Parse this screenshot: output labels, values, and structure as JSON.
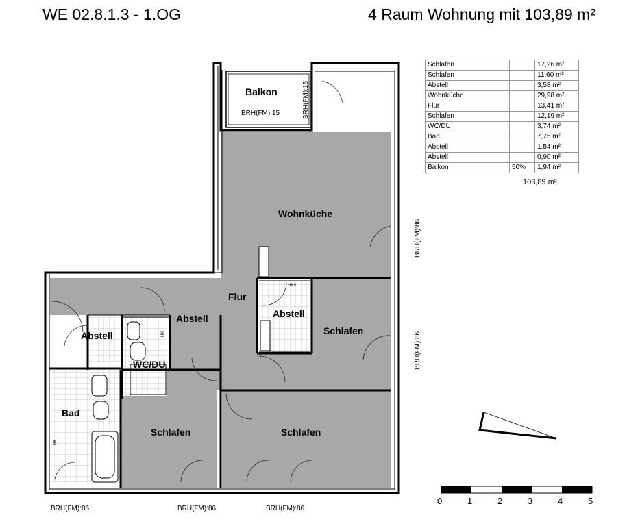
{
  "header": {
    "unit_id": "WE 02.8.1.3 - 1.OG",
    "summary": "4 Raum Wohnung mit 103,89 m²"
  },
  "rooms": {
    "balkon": "Balkon",
    "wohnkueche": "Wohnküche",
    "flur": "Flur",
    "abstell_left": "Abstell",
    "abstell_mid": "Abstell",
    "abstell_right": "Abstell",
    "wc_du": "WC/DU",
    "bad": "Bad",
    "schlafen_right": "Schlafen",
    "schlafen_bottom_left": "Schlafen",
    "schlafen_bottom_right": "Schlafen"
  },
  "annotations": {
    "brh_balkon_1": "BRH(FM):15",
    "brh_balkon_2": "BRH(FM):15",
    "brh_east_1": "BRH(FM):86",
    "brh_east_2": "BRH(FM):86",
    "brh_bottom_1": "BRH(FM):86",
    "brh_bottom_2": "BRH(FM):86",
    "brh_bottom_3": "BRH(FM):86",
    "hkv": "HKV",
    "hk_1": "HK",
    "hk_2": "HK"
  },
  "area_table": {
    "rows": [
      {
        "room": "Schlafen",
        "factor": "",
        "area": "17,26 m²"
      },
      {
        "room": "Schlafen",
        "factor": "",
        "area": "11,60 m²"
      },
      {
        "room": "Abstell",
        "factor": "",
        "area": "3,58 m²"
      },
      {
        "room": "Wohnküche",
        "factor": "",
        "area": "29,98 m²"
      },
      {
        "room": "Flur",
        "factor": "",
        "area": "13,41 m²"
      },
      {
        "room": "Schlafen",
        "factor": "",
        "area": "12,19 m²"
      },
      {
        "room": "WC/DU",
        "factor": "",
        "area": "3,74 m²"
      },
      {
        "room": "Bad",
        "factor": "",
        "area": "7,75 m²"
      },
      {
        "room": "Abstell",
        "factor": "",
        "area": "1,54 m²"
      },
      {
        "room": "Abstell",
        "factor": "",
        "area": "0,90 m²"
      },
      {
        "room": "Balkon",
        "factor": "50%",
        "area": "1,94 m²"
      }
    ],
    "total": "103,89 m²"
  },
  "scale_bar": {
    "ticks": [
      "0",
      "1",
      "2",
      "3",
      "4",
      "5"
    ]
  }
}
